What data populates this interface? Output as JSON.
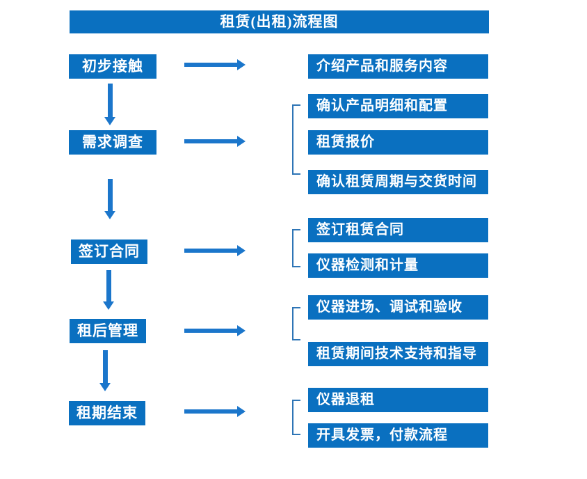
{
  "title": {
    "text": "租赁(出租)流程图"
  },
  "colors": {
    "box_blue": "#0a70c0",
    "arrow_blue": "#1b76cb",
    "bracket_blue": "#2e75b6",
    "text_white": "#ffffff"
  },
  "left_steps": [
    {
      "label": "初步接触"
    },
    {
      "label": "需求调查"
    },
    {
      "label": "签订合同"
    },
    {
      "label": "租后管理"
    },
    {
      "label": "租期结束"
    }
  ],
  "right_items": [
    {
      "label": "介绍产品和服务内容"
    },
    {
      "label": "确认产品明细和配置"
    },
    {
      "label": "租赁报价"
    },
    {
      "label": "确认租赁周期与交货时间"
    },
    {
      "label": "签订租赁合同"
    },
    {
      "label": "仪器检测和计量"
    },
    {
      "label": "仪器进场、调试和验收"
    },
    {
      "label": "租赁期间技术支持和指导"
    },
    {
      "label": "仪器退租"
    },
    {
      "label": "开具发票，付款流程"
    }
  ]
}
